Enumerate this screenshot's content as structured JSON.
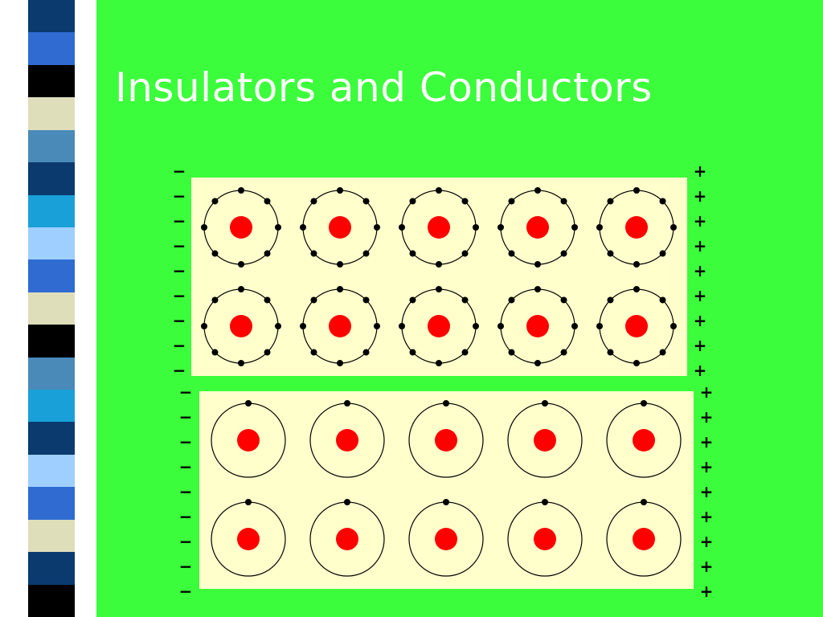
{
  "slide": {
    "title": "Insulators and Conductors",
    "background_color": "#3bfd3b",
    "title_color": "#ffffff",
    "panel_color": "#ffffcc",
    "nucleus_color": "#ff0000"
  },
  "side_stripe_colors": [
    "#0a3a6e",
    "#2f6bd1",
    "#000000",
    "#dedebb",
    "#4a8ab8",
    "#0a3a6e",
    "#1aa0d8",
    "#9fcfff",
    "#2f6bd1",
    "#dedebb",
    "#000000",
    "#4a8ab8",
    "#1aa0d8",
    "#0a3a6e",
    "#9fcfff",
    "#2f6bd1",
    "#dedebb",
    "#0a3a6e",
    "#000000"
  ],
  "diagram": {
    "insulator": {
      "rows": 2,
      "cols": 5,
      "electrons_per_atom": 8,
      "left_sign": "−",
      "right_sign": "+",
      "left_sign_count": 9,
      "right_sign_count": 9
    },
    "conductor": {
      "rows": 2,
      "cols": 5,
      "electrons_per_atom": 1,
      "left_sign": "−",
      "right_sign": "+",
      "left_sign_count": 9,
      "right_sign_count": 9
    }
  }
}
